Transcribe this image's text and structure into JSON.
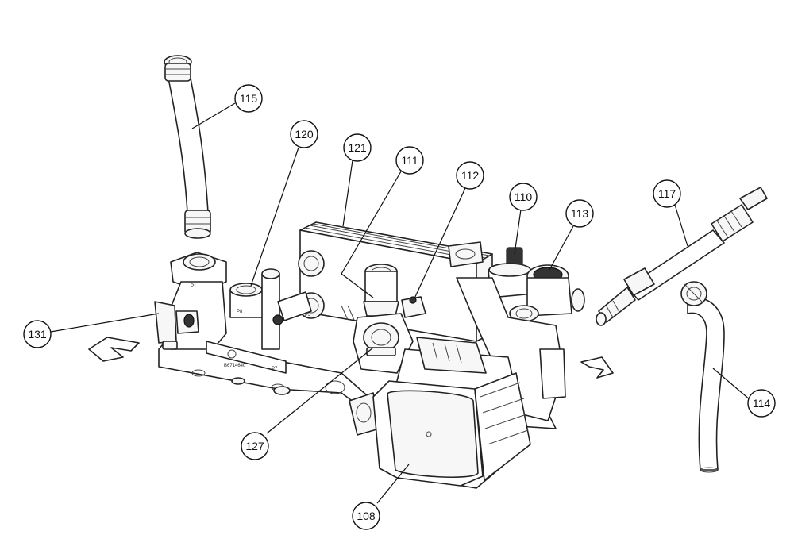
{
  "callouts": [
    {
      "id": "c115",
      "label": "115"
    },
    {
      "id": "c120",
      "label": "120"
    },
    {
      "id": "c121",
      "label": "121"
    },
    {
      "id": "c111",
      "label": "111"
    },
    {
      "id": "c112",
      "label": "112"
    },
    {
      "id": "c110",
      "label": "110"
    },
    {
      "id": "c113",
      "label": "113"
    },
    {
      "id": "c117",
      "label": "117"
    },
    {
      "id": "c131",
      "label": "131"
    },
    {
      "id": "c114",
      "label": "114"
    },
    {
      "id": "c127",
      "label": "127"
    },
    {
      "id": "c108",
      "label": "108"
    }
  ],
  "markings": {
    "p1": "P1",
    "p3": "P3",
    "p7": "P7",
    "p8": "P8",
    "serial": "B6714640"
  }
}
